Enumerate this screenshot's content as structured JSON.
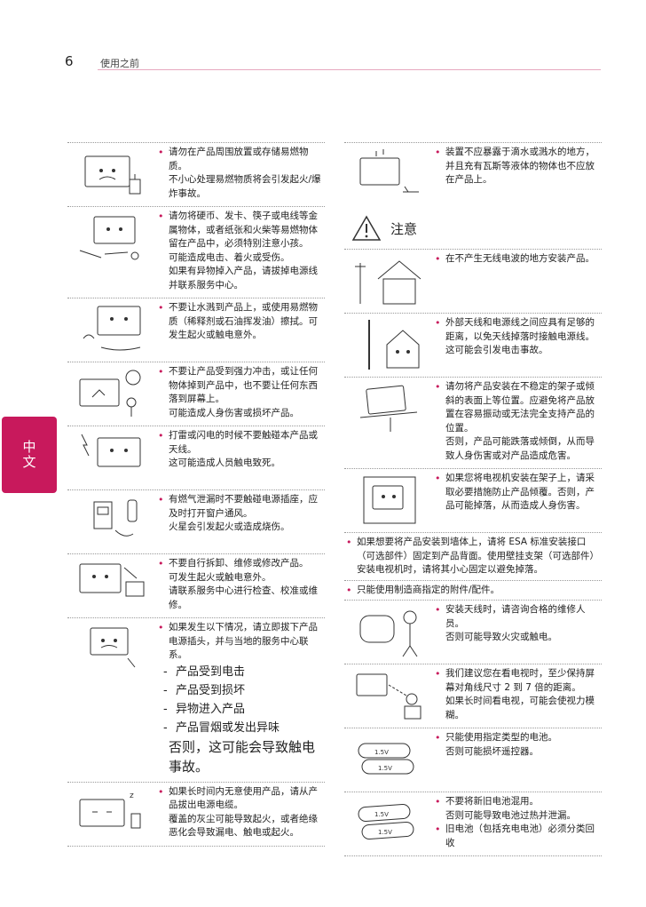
{
  "header": {
    "page_number": "6",
    "title": "使用之前"
  },
  "side_tab": "中文",
  "left": {
    "e1": {
      "bullet": "请勿在产品周围放置或存储易燃物质。",
      "lines": [
        "不小心处理易燃物质将会引发起火/爆炸事故。"
      ]
    },
    "e2": {
      "bullet": "请勿将硬币、发卡、筷子或电线等金属物体，或者纸张和火柴等易燃物体留在产品中，必须特别注意小孩。",
      "lines": [
        "可能造成电击、着火或受伤。",
        "如果有异物掉入产品，请拔掉电源线并联系服务中心。"
      ]
    },
    "e3": {
      "bullet": "不要让水溅到产品上，或使用易燃物质（稀释剂或石油挥发油）擦拭。可发生起火或触电意外。"
    },
    "e4": {
      "bullet": "不要让产品受到强力冲击，或让任何物体掉到产品中，也不要让任何东西落到屏幕上。",
      "lines": [
        "可能造成人身伤害或损坏产品。"
      ]
    },
    "e5": {
      "bullet": "打雷或闪电的时候不要触碰本产品或天线。",
      "lines": [
        "这可能造成人员触电致死。"
      ]
    },
    "e6": {
      "bullet": "有燃气泄漏时不要触碰电源插座，应及时打开窗户通风。",
      "lines": [
        "火星会引发起火或造成烧伤。"
      ]
    },
    "e7": {
      "bullet": "不要自行拆卸、维修或修改产品。",
      "lines": [
        "可发生起火或触电意外。",
        "请联系服务中心进行检查、校准或维修。"
      ]
    },
    "e8": {
      "bullet": "如果发生以下情况，请立即拔下产品电源插头，并与当地的服务中心联系。",
      "items": [
        "产品受到电击",
        "产品受到损坏",
        "异物进入产品",
        "产品冒烟或发出异味"
      ],
      "tail": "否则，这可能会导致触电事故。"
    },
    "e9": {
      "bullet": "如果长时间内无意使用产品，请从产品拔出电源电缆。",
      "lines": [
        "覆盖的灰尘可能导致起火，或者绝缘恶化会导致漏电、触电或起火。"
      ]
    }
  },
  "right": {
    "r1": {
      "bullet": "装置不应暴露于滴水或溅水的地方，并且充有瓦斯等液体的物体也不应放在产品上。"
    },
    "caution_label": "注意",
    "r2": {
      "bullet": "在不产生无线电波的地方安装产品。"
    },
    "r3": {
      "bullet": "外部天线和电源线之间应具有足够的距离，以免天线掉落时接触电源线。",
      "lines": [
        "这可能会引发电击事故。"
      ]
    },
    "r4": {
      "bullet": "请勿将产品安装在不稳定的架子或倾斜的表面上等位置。应避免将产品放置在容易振动或无法完全支持产品的位置。",
      "lines": [
        "否则，产品可能跌落或倾倒，从而导致人身伤害或对产品造成危害。"
      ]
    },
    "r5": {
      "bullet": "如果您将电视机安装在架子上，请采取必要措施防止产品倾覆。否则，产品可能掉落，从而造成人身伤害。"
    },
    "r6": {
      "bullet": "如果想要将产品安装到墙体上，请将 ESA 标准安装接口（可选部件）固定到产品背面。使用壁挂支架（可选部件）安装电视机时，请将其小心固定以避免掉落。"
    },
    "r7": {
      "bullet": "只能使用制造商指定的附件/配件。"
    },
    "r8": {
      "bullet": "安装天线时，请咨询合格的维修人员。",
      "lines": [
        "否则可能导致火灾或触电。"
      ]
    },
    "r9": {
      "bullet": "我们建议您在看电视时，至少保持屏幕对角线尺寸 2 到 7 倍的距离。",
      "lines": [
        "如果长时间看电视，可能会使视力模糊。"
      ]
    },
    "r10": {
      "bullet": "只能使用指定类型的电池。",
      "lines": [
        "否则可能损坏遥控器。"
      ],
      "battery_label": "1.5V"
    },
    "r11": {
      "bullet": "不要将新旧电池混用。",
      "lines": [
        "否则可能导致电池过热并泄漏。"
      ],
      "bullet2": "旧电池（包括充电电池）必须分类回收",
      "battery_label": "1.5V"
    }
  }
}
